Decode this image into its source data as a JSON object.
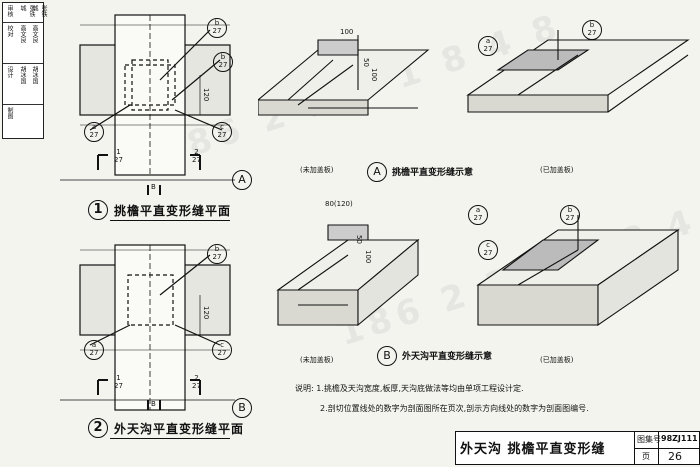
{
  "side_block": {
    "rows": [
      [
        "审核",
        "张铁城",
        "张铁城"
      ],
      [
        "校对",
        "高文良",
        "高文良"
      ],
      [
        "设计",
        "胡冰国",
        "胡冰国"
      ],
      [
        "制图",
        "",
        ""
      ]
    ]
  },
  "plan1": {
    "number": "1",
    "title": "挑檐平直变形缝平面",
    "callout_top": {
      "num": "b",
      "den": "27"
    },
    "callout_right": {
      "num": "b",
      "den": "27"
    },
    "callout_left_bottom": {
      "num": "a",
      "den": "27"
    },
    "callout_right_bottom": {
      "num": "c",
      "den": "27"
    },
    "dim_120": "120",
    "section_left_num": "1",
    "section_left_den": "27",
    "section_right_num": "2",
    "section_right_den": "27",
    "section_b": "B",
    "axis_label": "A"
  },
  "plan2": {
    "number": "2",
    "title": "外天沟平直变形缝平面",
    "callout_top": {
      "num": "b",
      "den": "27"
    },
    "callout_left_bottom": {
      "num": "a",
      "den": "27"
    },
    "callout_right_bottom": {
      "num": "c",
      "den": "27"
    },
    "dim_120": "120",
    "section_left_num": "1",
    "section_left_den": "27",
    "section_right_num": "2",
    "section_right_den": "27",
    "section_b": "B",
    "axis_label": "B"
  },
  "isoA": {
    "dim_top": "100",
    "dim_vert1": "50",
    "dim_vert2": "100",
    "callout_mid": {
      "num": "a",
      "den": "27"
    },
    "callout_right": {
      "num": "b",
      "den": "27"
    },
    "label_left": "(未加盖板)",
    "label_right": "(已加盖板)",
    "caption_letter": "A",
    "caption": "挑檐平直变形缝示意"
  },
  "isoB": {
    "dim_top": "80(120)",
    "dim_vert1": "50",
    "dim_vert2": "100",
    "callout_top": {
      "num": "a",
      "den": "27"
    },
    "callout_right": {
      "num": "b",
      "den": "27"
    },
    "callout_left": {
      "num": "c",
      "den": "27"
    },
    "label_left": "(未加盖板)",
    "label_right": "(已加盖板)",
    "caption_letter": "B",
    "caption": "外天沟平直变形缝示意"
  },
  "notes": {
    "lead": "说明:",
    "line1": "1.挑檐及天沟宽度,板厚,天沟底做法等均由单项工程设计定.",
    "line2": "2.剖切位置线处的数字为剖面图所在页次,剖示方向线处的数字为剖面图编号."
  },
  "title_block": {
    "title": "外天沟  挑檐平直变形缝",
    "atlas_label": "图集号",
    "atlas_value": "98ZJ111",
    "page_label": "页",
    "page_value": "26"
  }
}
